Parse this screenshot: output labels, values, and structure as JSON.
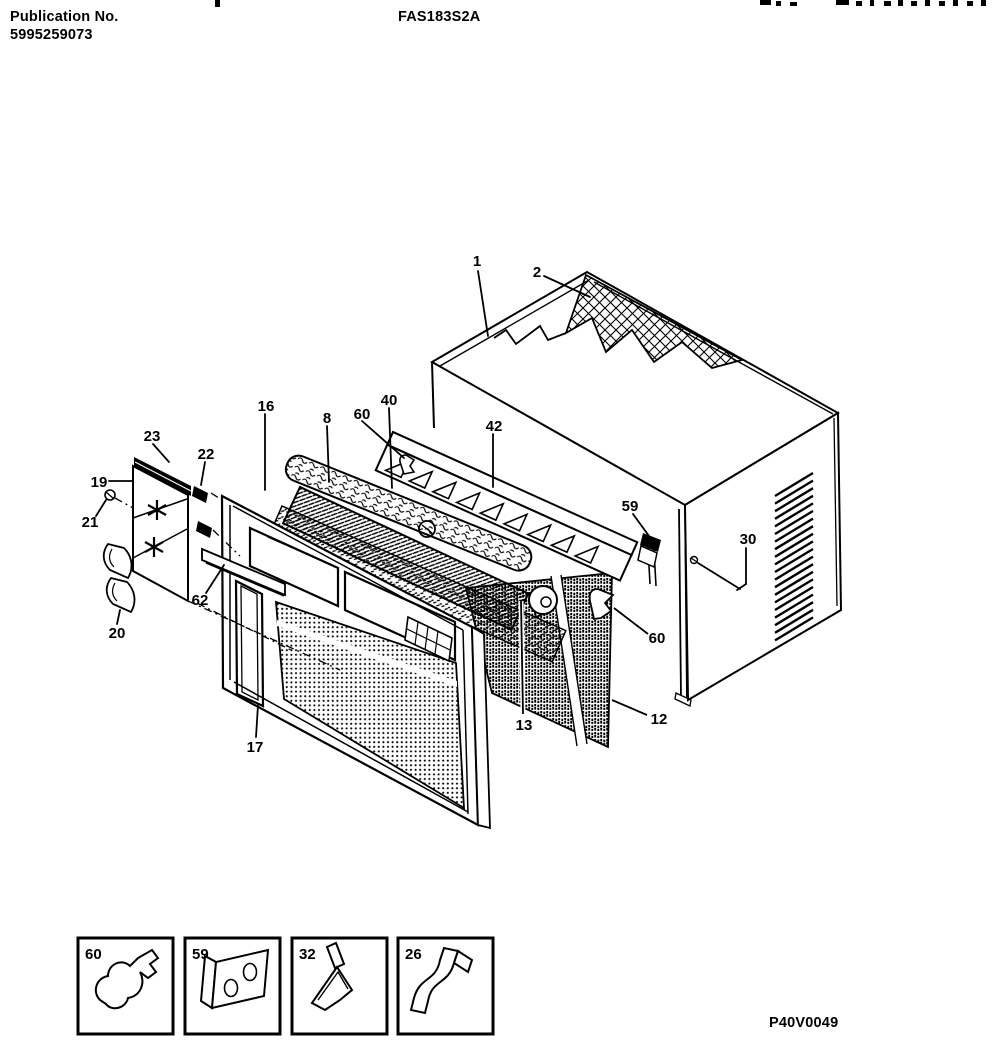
{
  "header": {
    "publication_label": "Publication No.",
    "publication_number": "5995259073",
    "model_number": "FAS183S2A"
  },
  "footer": {
    "drawing_code": "P40V0049"
  },
  "diagram": {
    "callouts": {
      "cabinet": "1",
      "mesh": "2",
      "vent_bar": "42",
      "clip_59": "59",
      "screw_30": "30",
      "front_frame": "16",
      "seal_bar": "8",
      "clip_60_top": "60",
      "screw_40": "40",
      "strip_23": "23",
      "clip_22": "22",
      "control_panel": "19",
      "screw_21": "21",
      "bracket_20": "20",
      "rail_62": "62",
      "front_grille": "17",
      "filter_front": "13",
      "filter_rear": "12",
      "clip_60_filter": "60"
    }
  },
  "inset_parts": [
    {
      "label": "60"
    },
    {
      "label": "59"
    },
    {
      "label": "32"
    },
    {
      "label": "26"
    }
  ]
}
